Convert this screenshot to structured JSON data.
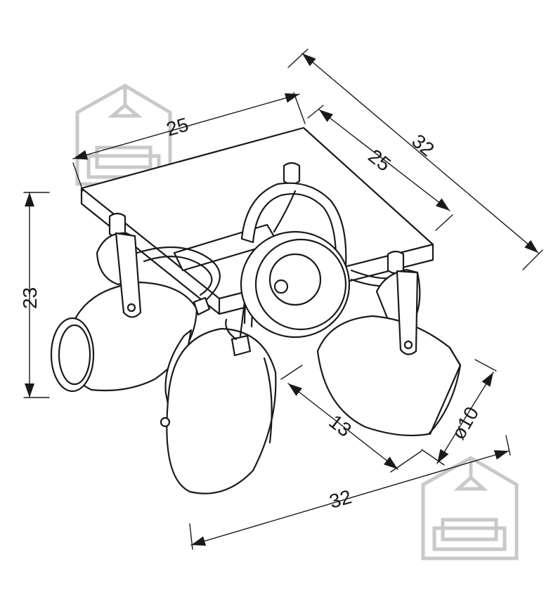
{
  "dimensions": {
    "plate_width": "25",
    "plate_depth": "25",
    "total_width_back": "32",
    "total_width_front": "32",
    "height": "23",
    "spot_projection": "13",
    "shade_diameter": "ø10"
  },
  "colors": {
    "stroke": "#1a1a1a",
    "watermark": "#c9c9c9",
    "background": "#ffffff"
  },
  "icons": {
    "watermark_top_left": "house-sofa-logo-icon",
    "watermark_bottom_right": "house-sofa-logo-icon",
    "arrowhead": "triangle-arrow-icon"
  }
}
